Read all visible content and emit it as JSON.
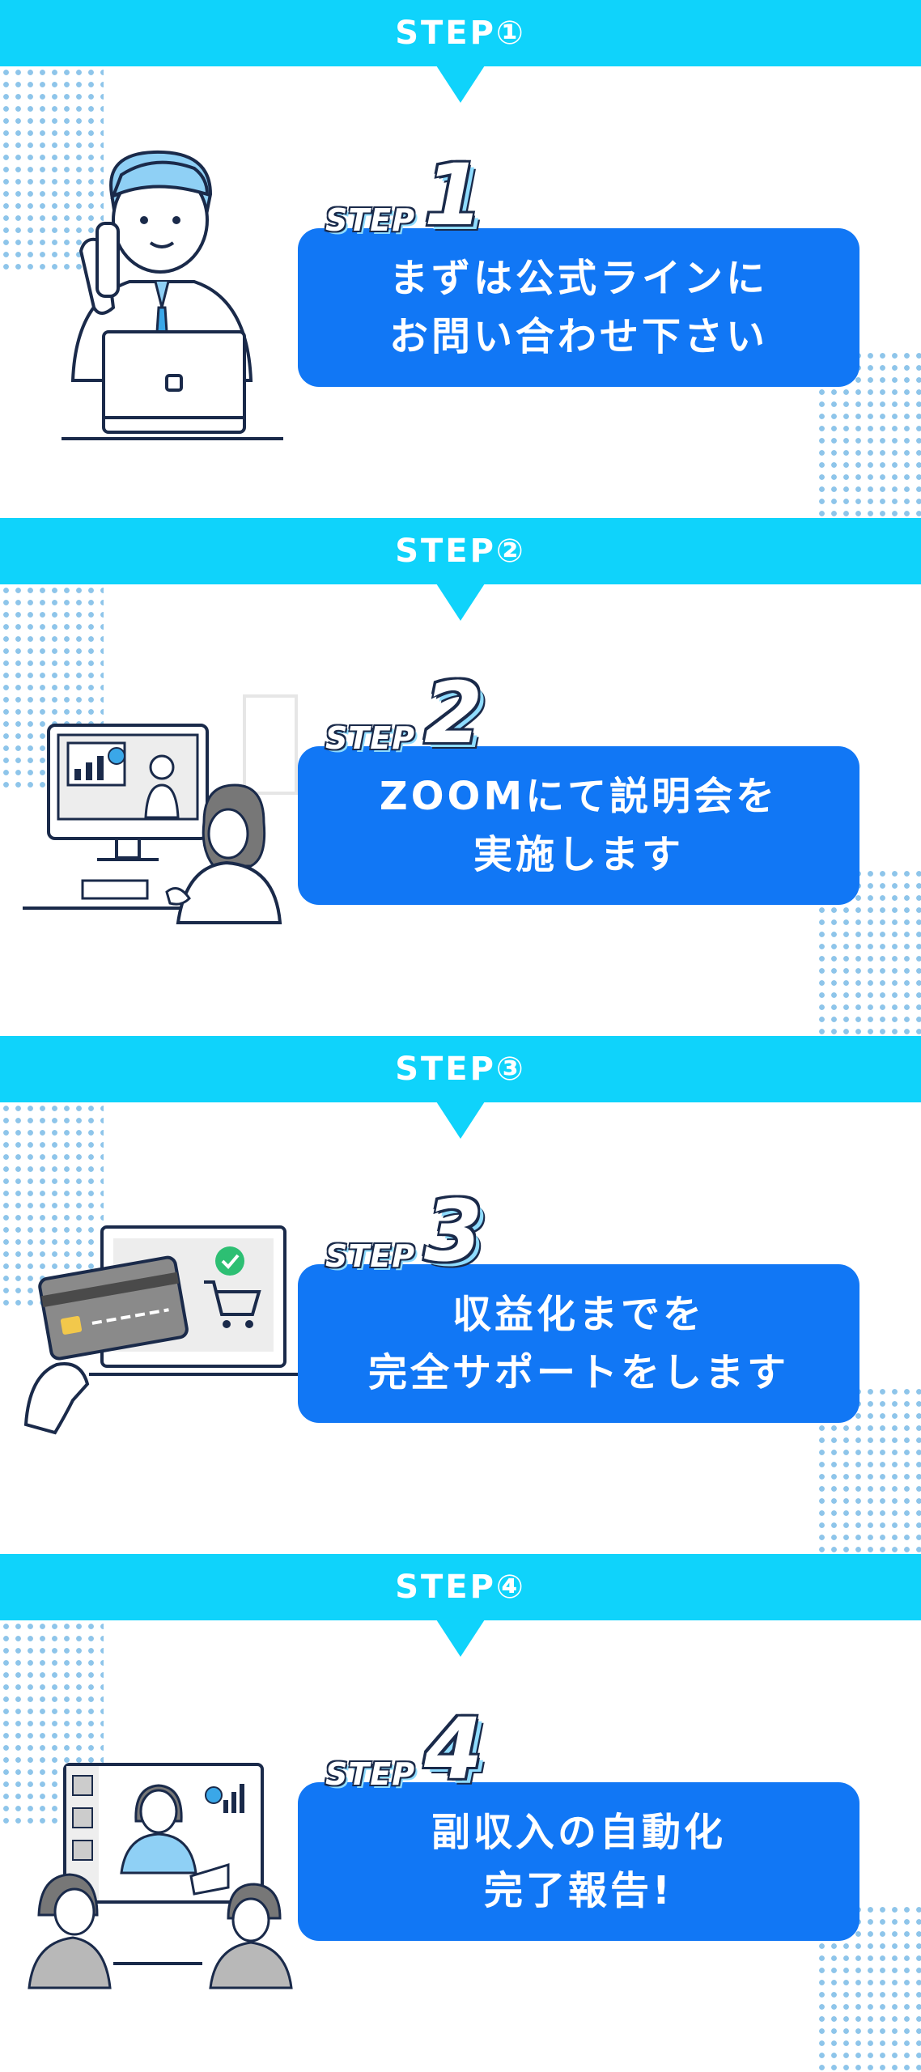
{
  "steps": [
    {
      "header": "STEP①",
      "badge_word": "STEP",
      "badge_number": "1",
      "lines": [
        "まずは公式ラインに",
        "お問い合わせ下さい"
      ],
      "illustration_icon": "man-on-phone-with-laptop-icon"
    },
    {
      "header": "STEP②",
      "badge_word": "STEP",
      "badge_number": "2",
      "lines": [
        "ZOOMにて説明会を",
        "実施します"
      ],
      "illustration_icon": "video-meeting-presentation-icon"
    },
    {
      "header": "STEP③",
      "badge_word": "STEP",
      "badge_number": "3",
      "lines": [
        "収益化までを",
        "完全サポートをします"
      ],
      "illustration_icon": "credit-card-online-shopping-icon"
    },
    {
      "header": "STEP④",
      "badge_word": "STEP",
      "badge_number": "4",
      "lines": [
        "副収入の自動化",
        "完了報告!"
      ],
      "illustration_icon": "online-group-meeting-icon"
    }
  ],
  "colors": {
    "header_bar": "#0fd3fb",
    "bubble": "#1177f5",
    "dots": "#8ec5ea",
    "outline": "#1a2a4a",
    "badge_shadow": "#8fdcff"
  }
}
